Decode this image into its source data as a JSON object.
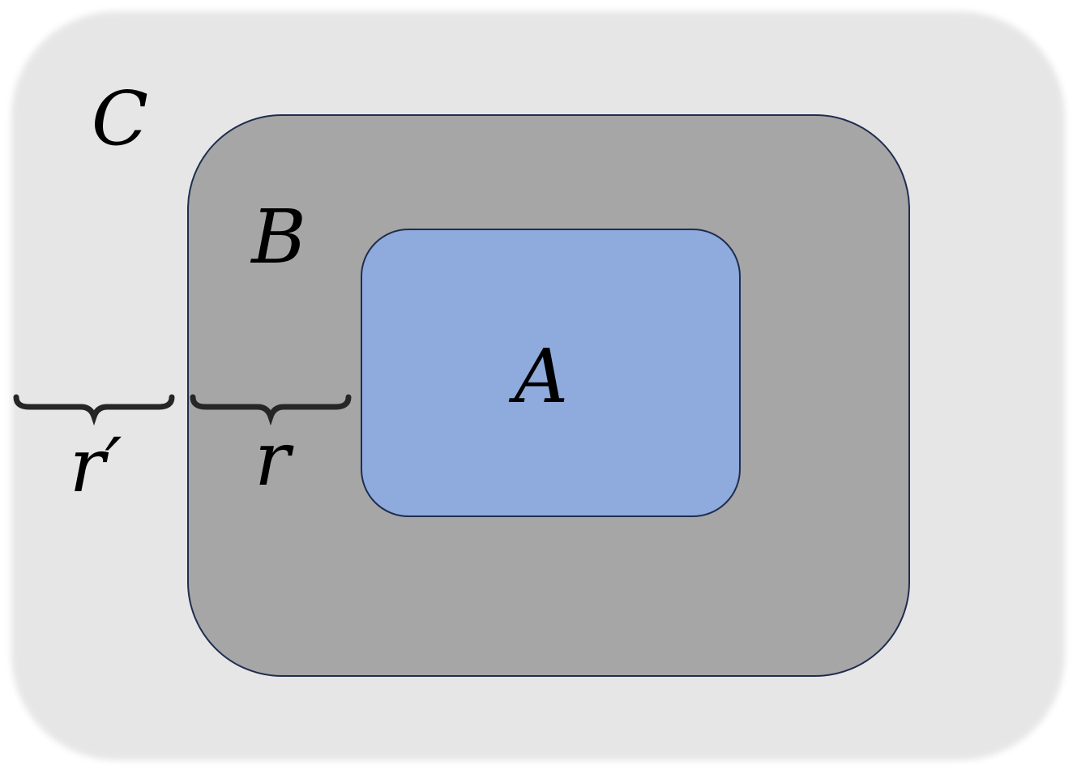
{
  "labels": {
    "outer": "C",
    "middle": "B",
    "inner": "A",
    "r_prime": "r′",
    "r": "r"
  },
  "colors": {
    "background": "#ffffff",
    "outer_fill": "#e6e6e6",
    "middle_fill": "#a6a6a6",
    "inner_fill": "#8faadc",
    "border": "#1f2d4f",
    "text": "#000000"
  }
}
